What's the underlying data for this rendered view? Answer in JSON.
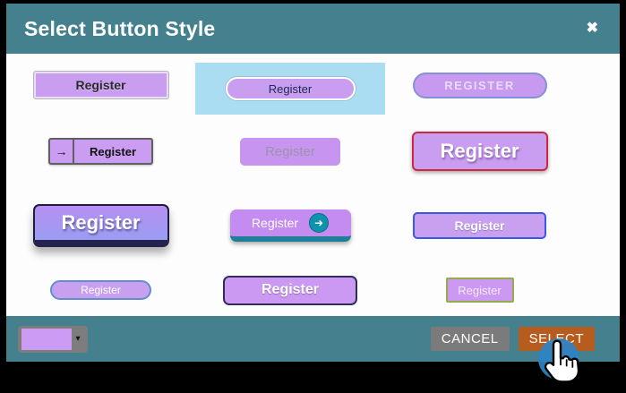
{
  "window": {
    "title": "Select Button Style",
    "close_icon": "✖"
  },
  "styles": [
    {
      "label": "Register"
    },
    {
      "label": "Register",
      "selected": true
    },
    {
      "label": "REGISTER"
    },
    {
      "label": "Register",
      "icon": "→"
    },
    {
      "label": "Register"
    },
    {
      "label": "Register"
    },
    {
      "label": "Register"
    },
    {
      "label": "Register",
      "icon": "➜"
    },
    {
      "label": "Register"
    },
    {
      "label": "Register"
    },
    {
      "label": "Register"
    },
    {
      "label": "Register"
    }
  ],
  "footer": {
    "cancel_label": "CANCEL",
    "select_label": "SELECT",
    "caret_icon": "▾"
  },
  "colors": {
    "header_teal": "#45808F",
    "button_purple": "#C99EF0",
    "selected_tile_blue": "#AADCF2",
    "select_orange": "#B65C1E",
    "cancel_gray": "#7B7B7B",
    "swatch_purple": "#CC9CF4",
    "cursor_circle_blue": "#2E83C4",
    "frame_black": "#000000"
  }
}
